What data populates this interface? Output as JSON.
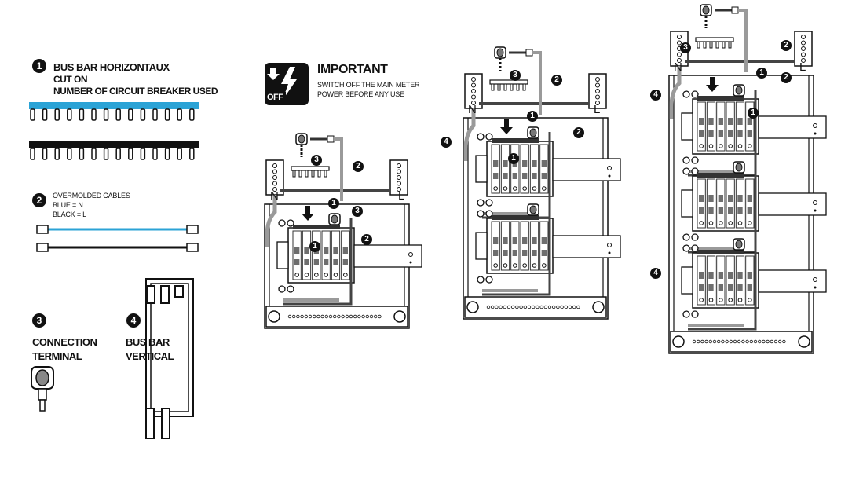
{
  "legend": {
    "item1": {
      "number": "1",
      "title": "BUS BAR HORIZONTAUX",
      "line2": "CUT ON",
      "line3": "NUMBER OF CIRCUIT BREAKER USED"
    },
    "item2": {
      "number": "2",
      "title": "OVERMOLDED CABLES",
      "line2": "BLUE = N",
      "line3": "BLACK = L"
    },
    "item3": {
      "number": "3",
      "line1": "CONNECTION",
      "line2": "TERMINAL"
    },
    "item4": {
      "number": "4",
      "line1": "BUS BAR",
      "line2": "VERTICAL"
    }
  },
  "important": {
    "title": "IMPORTANT",
    "line1": "SWITCH OFF THE MAIN METER",
    "line2": "POWER BEFORE ANY USE",
    "icon_text": "OFF"
  },
  "panels": [
    {
      "name": "1-row",
      "neutral_label": "N",
      "live_label": "L",
      "rows": 1
    },
    {
      "name": "2-row",
      "neutral_label": "N",
      "live_label": "L",
      "rows": 2
    },
    {
      "name": "3-row",
      "neutral_label": "N",
      "live_label": "L",
      "rows": 3
    }
  ],
  "callouts": {
    "n1": "1",
    "n2": "2",
    "n3": "3",
    "n4": "4"
  },
  "colors": {
    "blue_bar": "#2ba3d6",
    "black_bar": "#111111",
    "grey_cable": "#9a9a9a",
    "dark_cable": "#444444",
    "breaker_grey": "#6e6e6e"
  }
}
